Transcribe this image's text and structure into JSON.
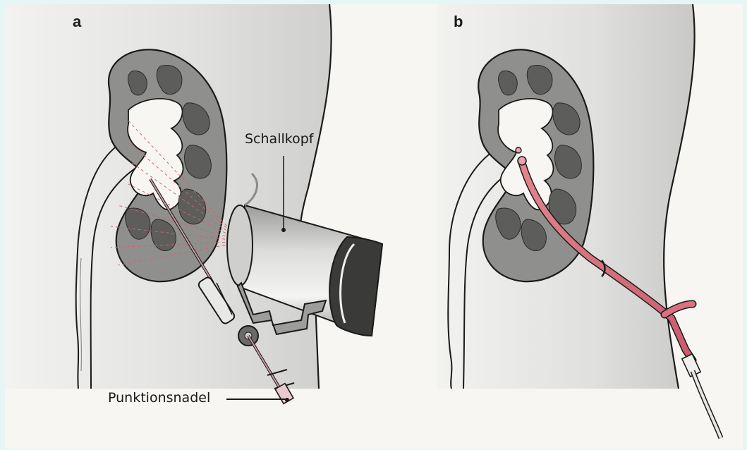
{
  "panels": [
    {
      "label": "a"
    },
    {
      "label": "b"
    }
  ],
  "callouts": {
    "transducer": "Schallkopf",
    "needle": "Punktionsnadel"
  },
  "colors": {
    "background": "#e6f6f4",
    "paper": "#f7f6f3",
    "cortex": "#8f8f8d",
    "medulla": "#5d5d5b",
    "body_shade": "#d8d8d6",
    "catheter": "#d9717f",
    "needle_tint": "#c99aa2",
    "ultrasound_lines": "#d0646f"
  }
}
